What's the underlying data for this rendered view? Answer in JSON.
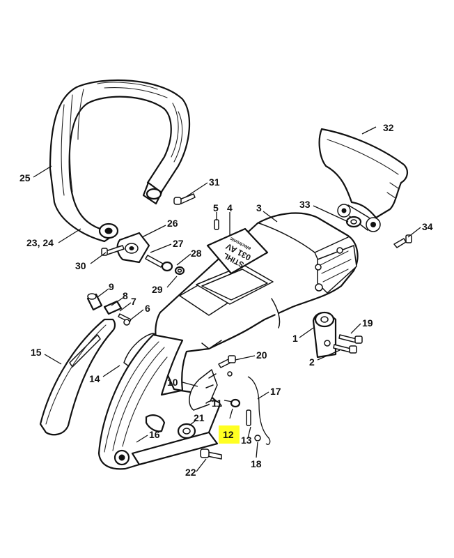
{
  "decal": {
    "line1": "STIHL",
    "line2": "031 AV",
    "line3": "electronic"
  },
  "highlight_color": "#ffff22",
  "callouts": [
    {
      "id": "c32",
      "label": "32"
    },
    {
      "id": "c25",
      "label": "25"
    },
    {
      "id": "c31",
      "label": "31"
    },
    {
      "id": "c5",
      "label": "5"
    },
    {
      "id": "c4",
      "label": "4"
    },
    {
      "id": "c3",
      "label": "3"
    },
    {
      "id": "c33",
      "label": "33"
    },
    {
      "id": "c34",
      "label": "34"
    },
    {
      "id": "c26",
      "label": "26"
    },
    {
      "id": "c2324",
      "label": "23, 24"
    },
    {
      "id": "c27",
      "label": "27"
    },
    {
      "id": "c30",
      "label": "30"
    },
    {
      "id": "c28",
      "label": "28"
    },
    {
      "id": "c29",
      "label": "29"
    },
    {
      "id": "c9",
      "label": "9"
    },
    {
      "id": "c8",
      "label": "8"
    },
    {
      "id": "c7",
      "label": "7"
    },
    {
      "id": "c6",
      "label": "6"
    },
    {
      "id": "c1",
      "label": "1"
    },
    {
      "id": "c19",
      "label": "19"
    },
    {
      "id": "c2",
      "label": "2"
    },
    {
      "id": "c15",
      "label": "15"
    },
    {
      "id": "c20",
      "label": "20"
    },
    {
      "id": "c14",
      "label": "14"
    },
    {
      "id": "c10",
      "label": "10"
    },
    {
      "id": "c17",
      "label": "17"
    },
    {
      "id": "c11",
      "label": "11"
    },
    {
      "id": "c21",
      "label": "21"
    },
    {
      "id": "c12",
      "label": "12",
      "highlighted": true
    },
    {
      "id": "c13",
      "label": "13"
    },
    {
      "id": "c16",
      "label": "16"
    },
    {
      "id": "c18",
      "label": "18"
    },
    {
      "id": "c22",
      "label": "22"
    }
  ]
}
